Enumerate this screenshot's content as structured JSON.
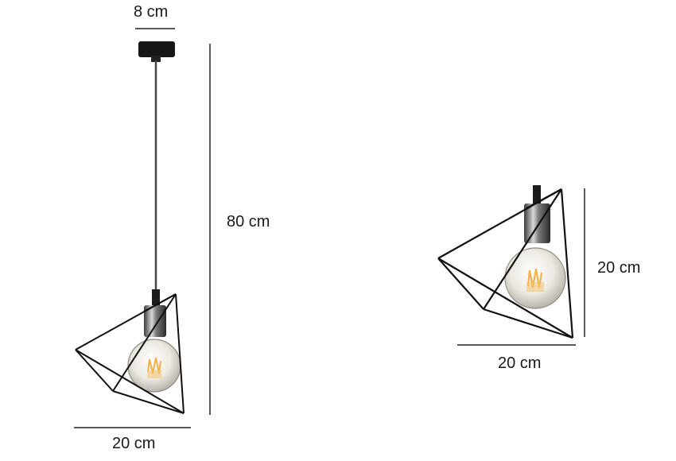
{
  "dimensions": {
    "canopy_width": "8 cm",
    "total_height": "80 cm",
    "shade_width_left": "20 cm",
    "shade_height": "20 cm",
    "shade_width_right": "20 cm"
  },
  "colors": {
    "frame": "#111111",
    "dimension_line": "#222222",
    "socket": "#8a8a8a",
    "bulb_glass": "#e9e6de",
    "filament": "#f2b24a"
  },
  "icons": [
    "pendant-lamp-icon",
    "lamp-shade-detail-icon"
  ]
}
